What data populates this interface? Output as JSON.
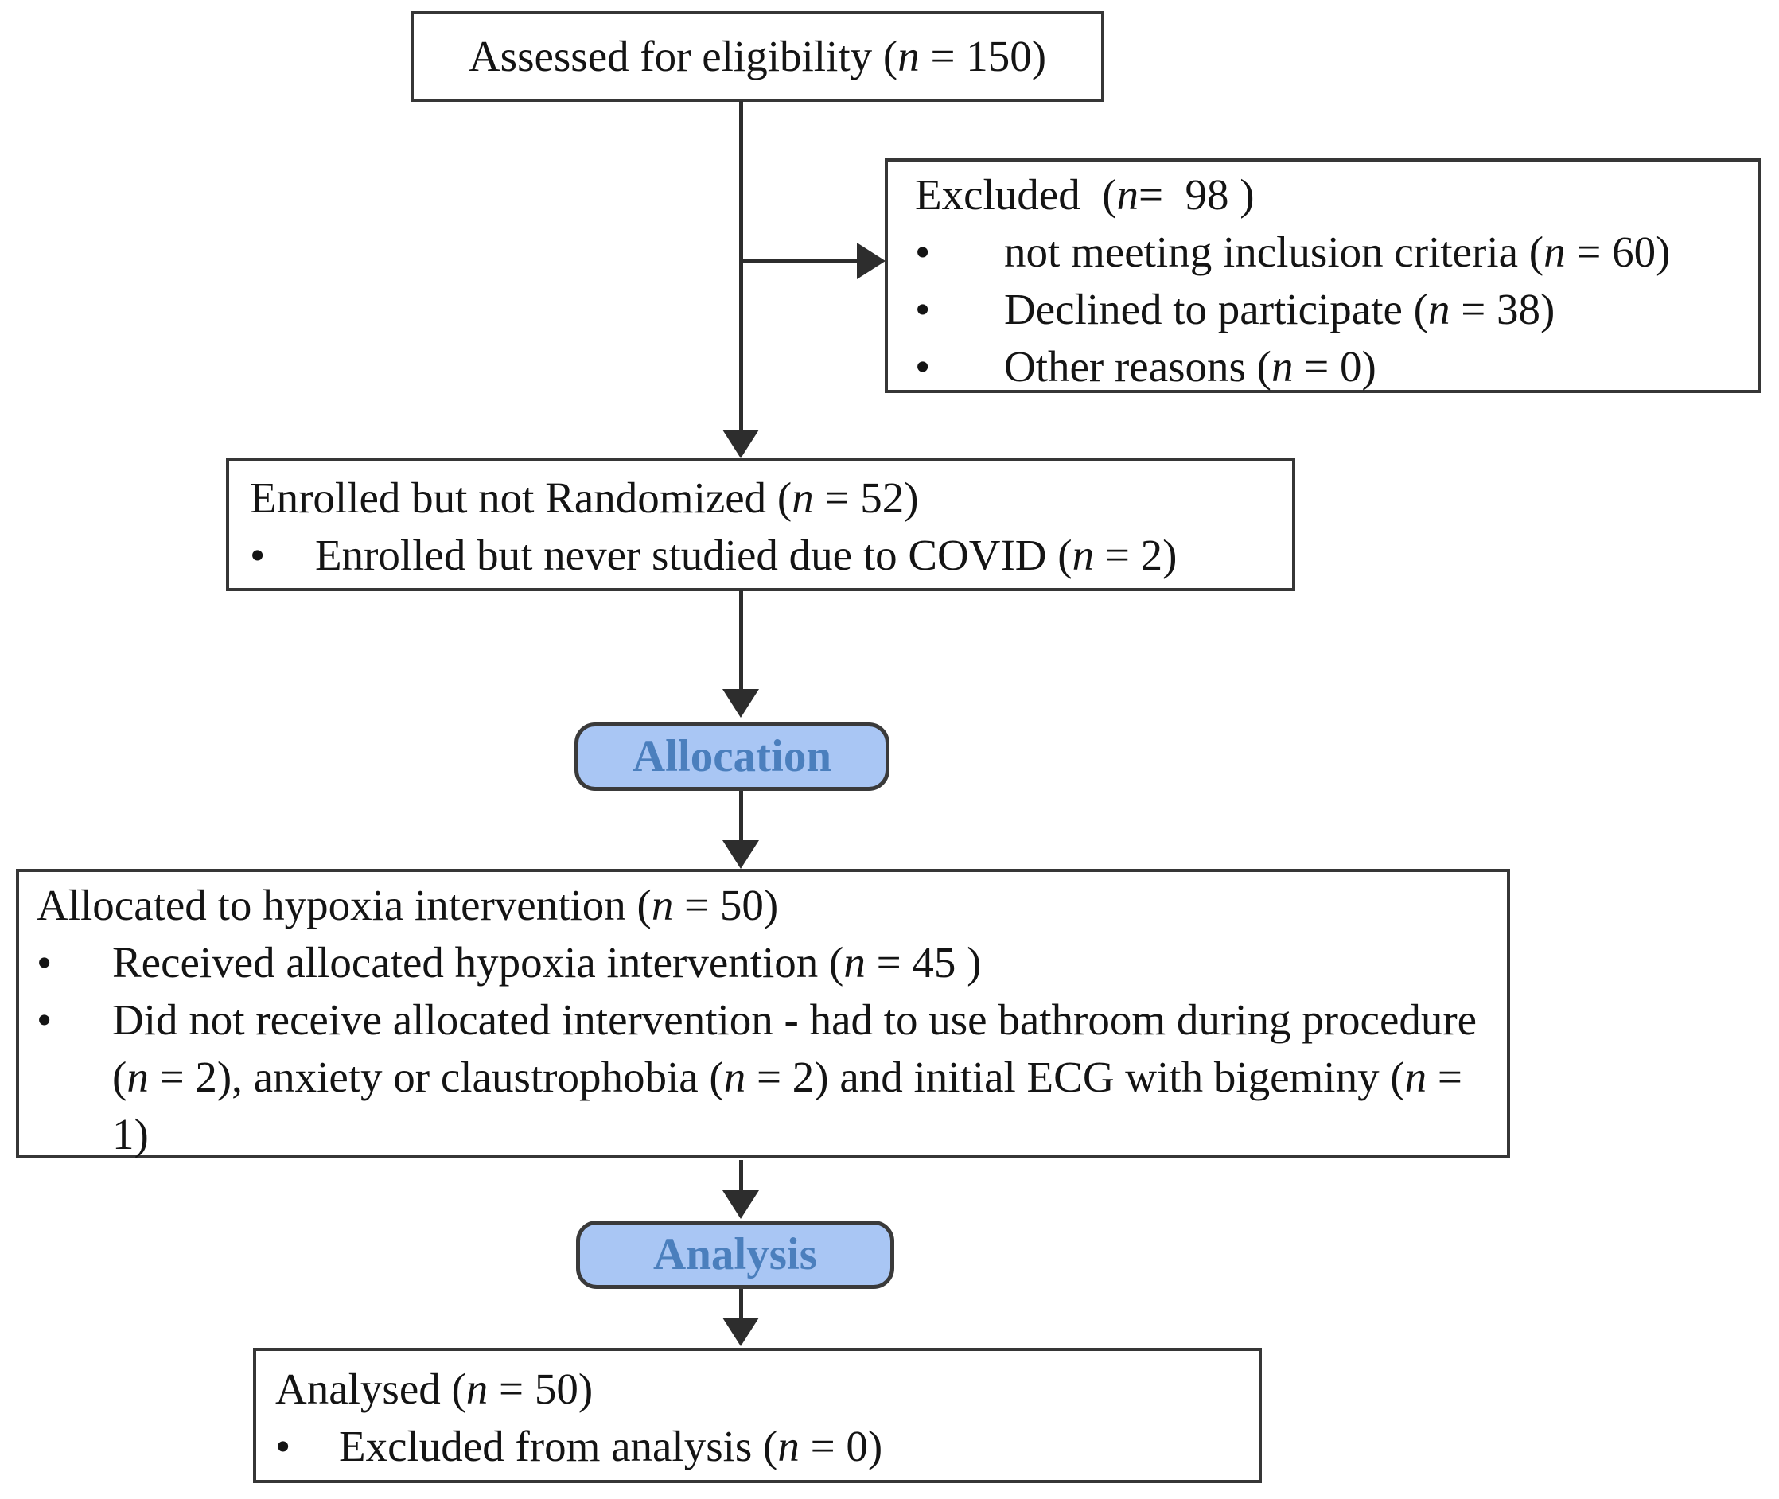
{
  "bullet_char": "•",
  "boxes": {
    "assessed": {
      "text": "Assessed for eligibility (n = 150)"
    },
    "excluded": {
      "header": "Excluded  (n=  98 )",
      "bullets": [
        "not meeting inclusion criteria (n = 60)",
        "Declined to participate (n = 38)",
        "Other reasons (n = 0)"
      ]
    },
    "enrolled": {
      "header": "Enrolled but not Randomized (n = 52)",
      "bullets": [
        "Enrolled but never studied due to COVID (n = 2)"
      ]
    },
    "allocated": {
      "header": "Allocated to hypoxia intervention (n = 50)",
      "bullets": [
        "Received allocated hypoxia intervention (n = 45 )",
        "Did not receive allocated intervention - had to use bathroom during procedure (n = 2), anxiety or claustrophobia (n = 2) and initial ECG with bigeminy (n = 1)"
      ]
    },
    "analysed": {
      "header": "Analysed (n = 50)",
      "bullets": [
        "Excluded from analysis (n = 0)"
      ]
    }
  },
  "phases": {
    "allocation": "Allocation",
    "analysis": "Analysis"
  },
  "colors": {
    "phase_fill": "#a9c6f4",
    "phase_text": "#4b7fbd",
    "phase_border": "#3a3a3a",
    "box_border": "#363636",
    "arrow": "#2d2d2d"
  }
}
